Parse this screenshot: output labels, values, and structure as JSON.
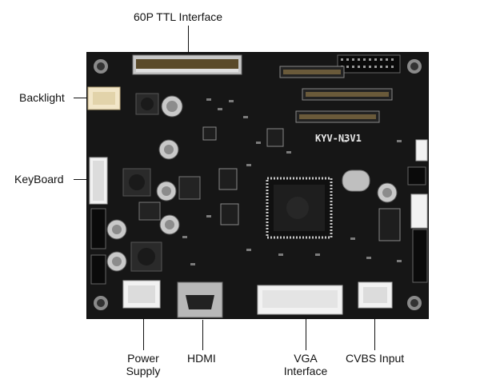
{
  "labels": {
    "top": "60P TTL Interface",
    "backlight": "Backlight",
    "keyboard": "KeyBoard",
    "power_line1": "Power",
    "power_line2": "Supply",
    "hdmi": "HDMI",
    "vga_line1": "VGA",
    "vga_line2": "Interface",
    "cvbs": "CVBS Input"
  },
  "board": {
    "model": "KYV-N3V1",
    "colors": {
      "pcb": "#161616",
      "pcb_edge": "#0b0b0b",
      "silkscreen": "#e8e8e8",
      "connector_white": "#f2f2f2",
      "metal": "#b8b8b8",
      "capacitor_top": "#c9c9c9"
    }
  }
}
